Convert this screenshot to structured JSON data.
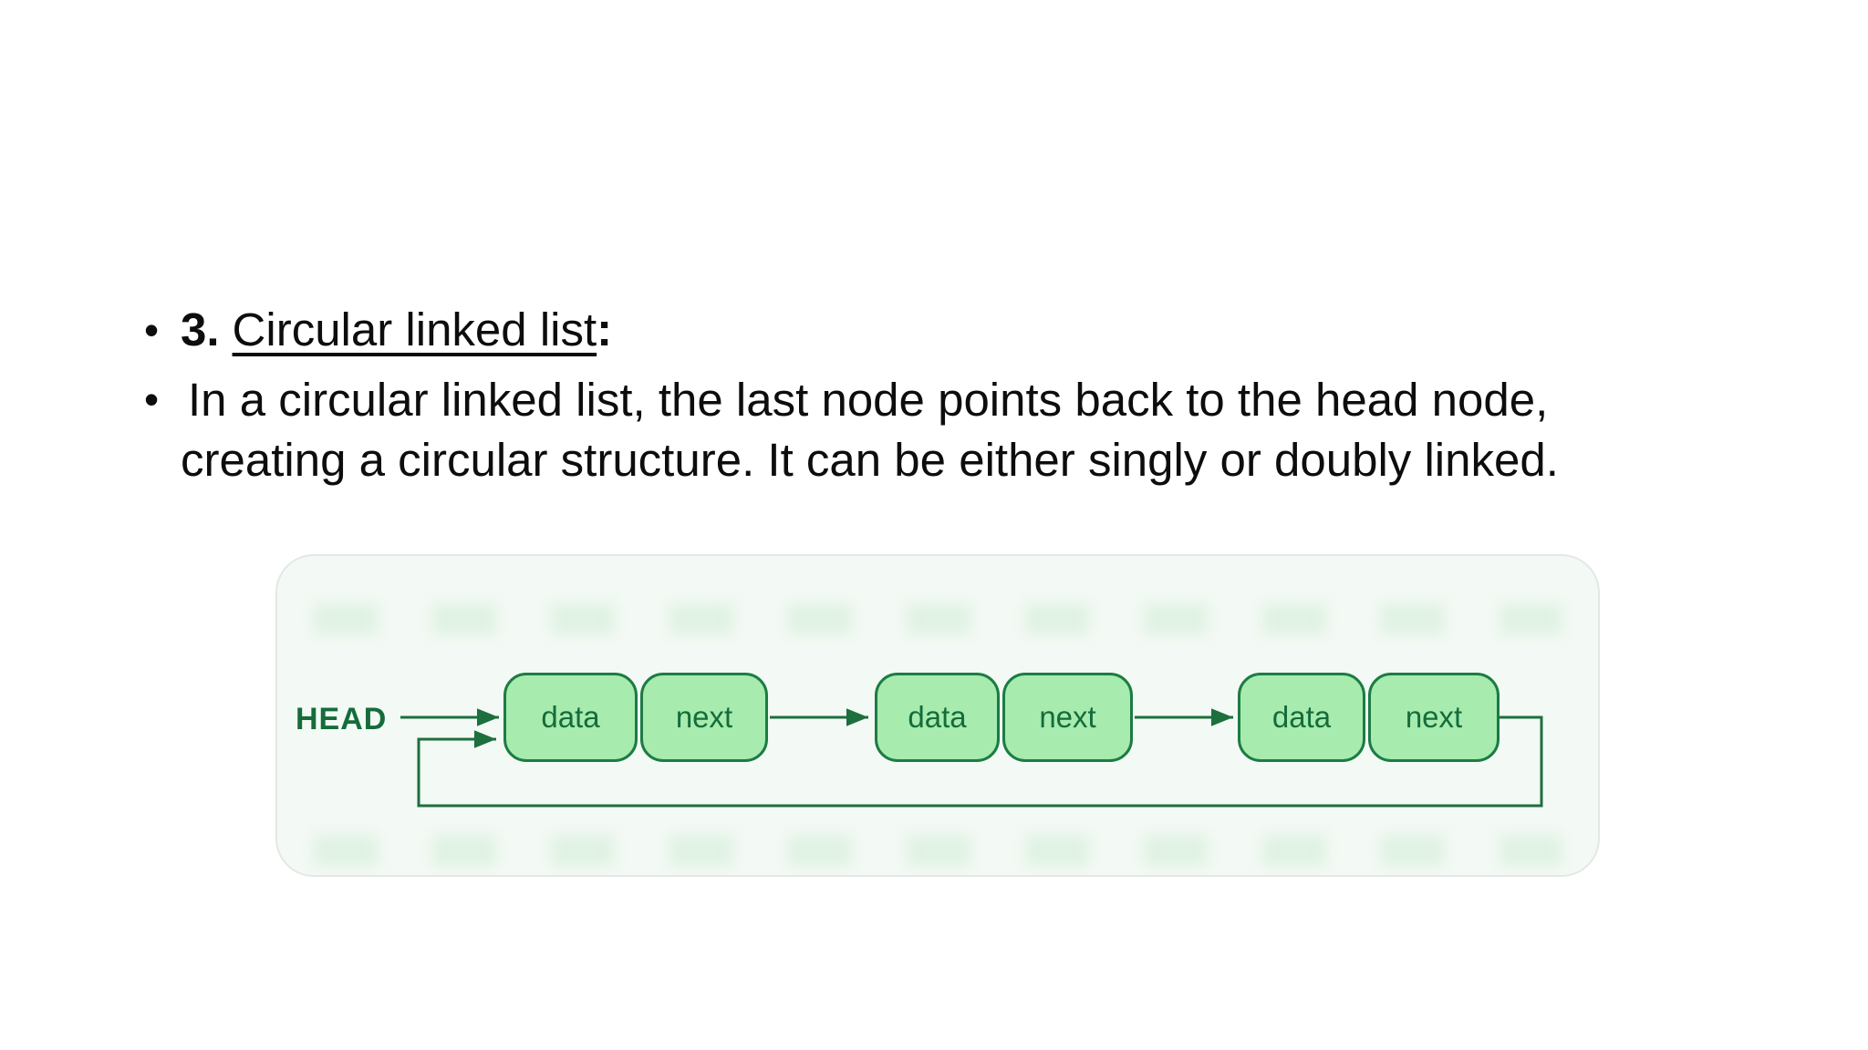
{
  "slide": {
    "title": {
      "bullet": "•",
      "number": "3.",
      "topic": "Circular linked list",
      "colon": ":"
    },
    "body": {
      "bullet": "•",
      "line1": "In a circular linked list, the last node points back to the head node,",
      "line2": "creating a circular structure. It can be either singly or doubly linked."
    }
  },
  "diagram": {
    "head_label": "HEAD",
    "nodes": [
      {
        "data": "data",
        "next": "next"
      },
      {
        "data": "data",
        "next": "next"
      },
      {
        "data": "data",
        "next": "next"
      }
    ],
    "colors": {
      "node_fill": "#a7ebaf",
      "node_border": "#1c7c44",
      "arrow_color": "#1d6f3e",
      "label_color": "#156c3a",
      "panel_fill": "#f3f9f4",
      "panel_border": "#e4e8e4",
      "text_color": "#0d0d0d"
    }
  }
}
